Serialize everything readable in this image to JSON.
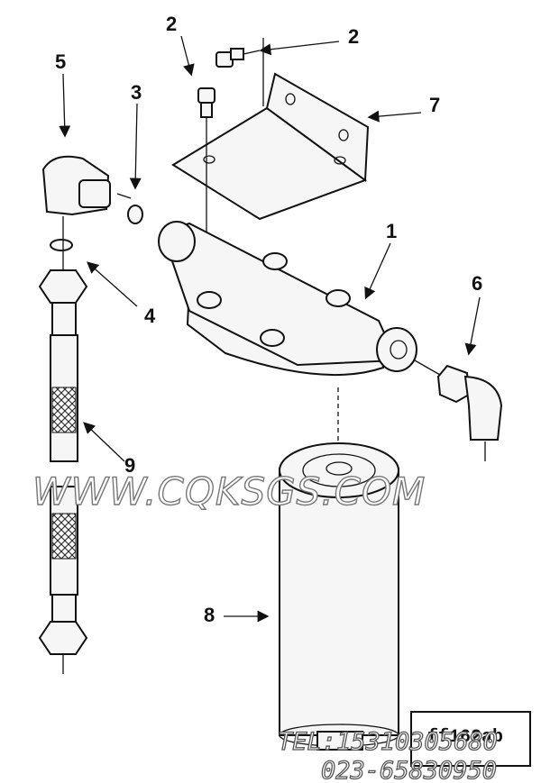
{
  "callouts": {
    "c1": "1",
    "c2a": "2",
    "c2b": "2",
    "c3": "3",
    "c4": "4",
    "c5": "5",
    "c6": "6",
    "c7": "7",
    "c8": "8",
    "c9": "9"
  },
  "watermark": "WWW.CQKSGS.COM",
  "reference_code": "ff162ab",
  "contact": {
    "tel": "TEL:15310305680",
    "phone": "023-65830950"
  }
}
